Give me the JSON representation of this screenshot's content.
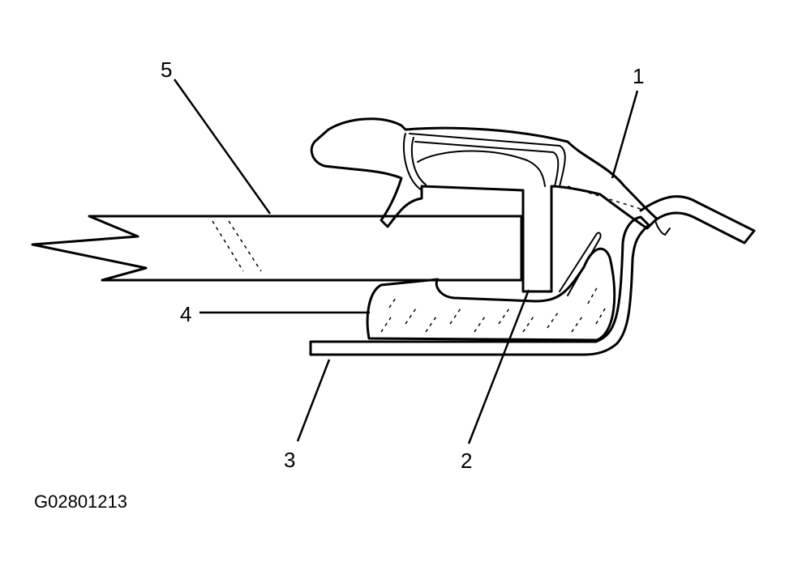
{
  "diagram": {
    "callouts": [
      {
        "id": "callout-1",
        "label": "1"
      },
      {
        "id": "callout-2",
        "label": "2"
      },
      {
        "id": "callout-3",
        "label": "3"
      },
      {
        "id": "callout-4",
        "label": "4"
      },
      {
        "id": "callout-5",
        "label": "5"
      }
    ],
    "figure_id": "G02801213"
  }
}
